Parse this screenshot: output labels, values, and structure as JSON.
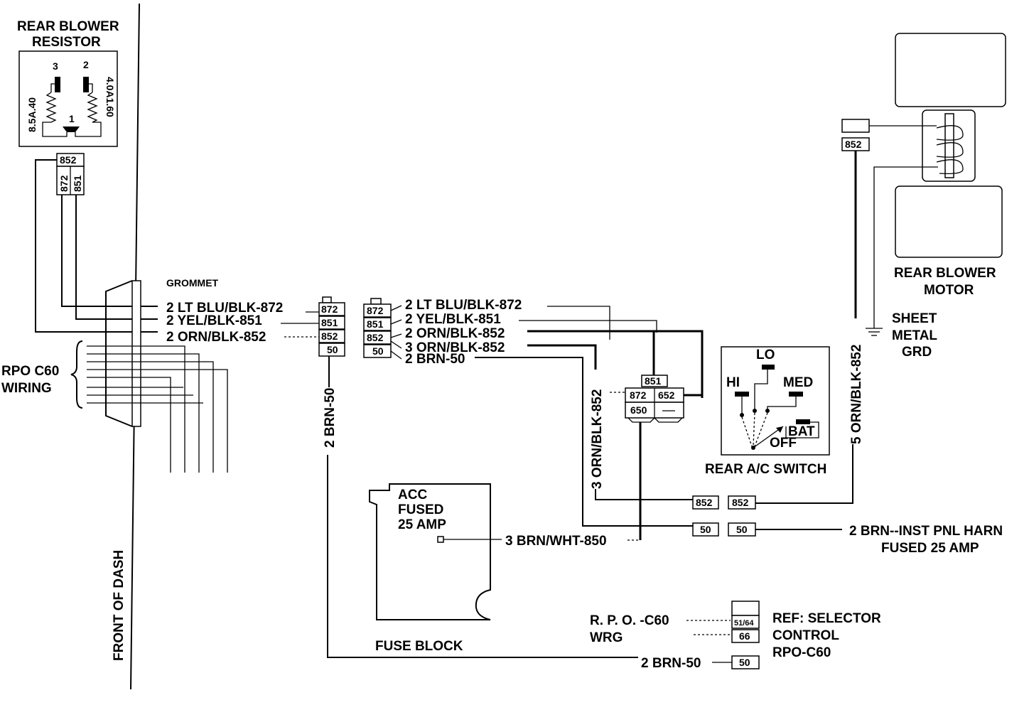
{
  "resistor": {
    "title_line1": "REAR BLOWER",
    "title_line2": "RESISTOR",
    "pin3": "3",
    "pin2": "2",
    "pin1": "1",
    "left_rating": "8.5A.40",
    "right_rating": "4.0A1.60"
  },
  "connectors": {
    "c852": "852",
    "c872": "872",
    "c851": "851",
    "c50": "50",
    "c650": "650",
    "c652": "652",
    "c5164": "51/64",
    "c66": "66"
  },
  "left_wires": {
    "grommet": "GROMMET",
    "w1": "2 LT BLU/BLK-872",
    "w2": "2 YEL/BLK-851",
    "w3": "2 ORN/BLK-852",
    "rpo_line1": "RPO C60",
    "rpo_line2": "WIRING",
    "front_dash": "FRONT OF DASH",
    "brn_vertical": "2 BRN-50"
  },
  "right_wires": {
    "w1": "2 LT BLU/BLK-872",
    "w2": "2 YEL/BLK-851",
    "w3": "2 ORN/BLK-852",
    "w4": "3 ORN/BLK-852",
    "w5": "2 BRN-50",
    "vert_orn3": "3 ORN/BLK-852",
    "vert_orn5": "5 ORN/BLK-852"
  },
  "motor": {
    "line1": "REAR BLOWER",
    "line2": "MOTOR",
    "ground_line1": "SHEET",
    "ground_line2": "METAL",
    "ground_line3": "GRD"
  },
  "switch": {
    "lo": "LO",
    "hi": "HI",
    "med": "MED",
    "bat": "BAT",
    "off": "OFF",
    "title": "REAR A/C SWITCH"
  },
  "fuse": {
    "line1": "ACC",
    "line2": "FUSED",
    "line3": "25 AMP",
    "feed_wire": "3 BRN/WHT-850",
    "block_label": "FUSE BLOCK"
  },
  "inst_panel": {
    "line1": "2 BRN--INST PNL HARN",
    "line2": "FUSED 25 AMP"
  },
  "selector": {
    "rpo_line1": "R. P. O. -C60",
    "rpo_line2": "WRG",
    "ref_line1": "REF: SELECTOR",
    "ref_line2": "CONTROL",
    "ref_line3": "RPO-C60",
    "bottom_wire": "2 BRN-50"
  }
}
